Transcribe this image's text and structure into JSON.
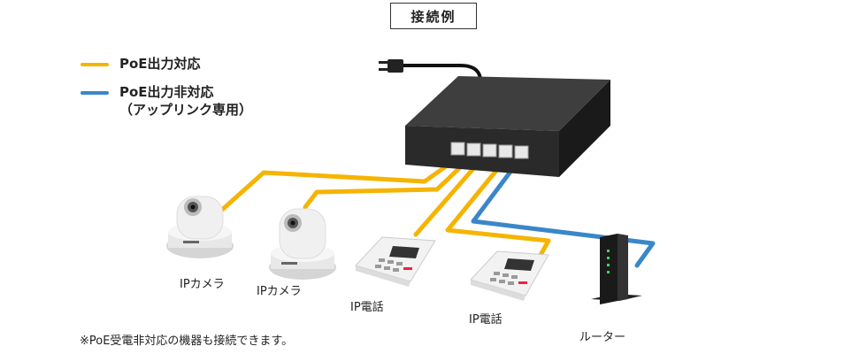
{
  "title": "接続例",
  "legend": {
    "poe": {
      "label": "PoE出力対応",
      "color": "#f5b400"
    },
    "non_poe": {
      "label": "PoE出力非対応",
      "sublabel": "（アップリンク専用）",
      "color": "#3a87c8"
    }
  },
  "devices": {
    "camera1": "IPカメラ",
    "camera2": "IPカメラ",
    "phone1": "IP電話",
    "phone2": "IP電話",
    "router": "ルーター"
  },
  "note": "※PoE受電非対応の機器も接続できます。"
}
